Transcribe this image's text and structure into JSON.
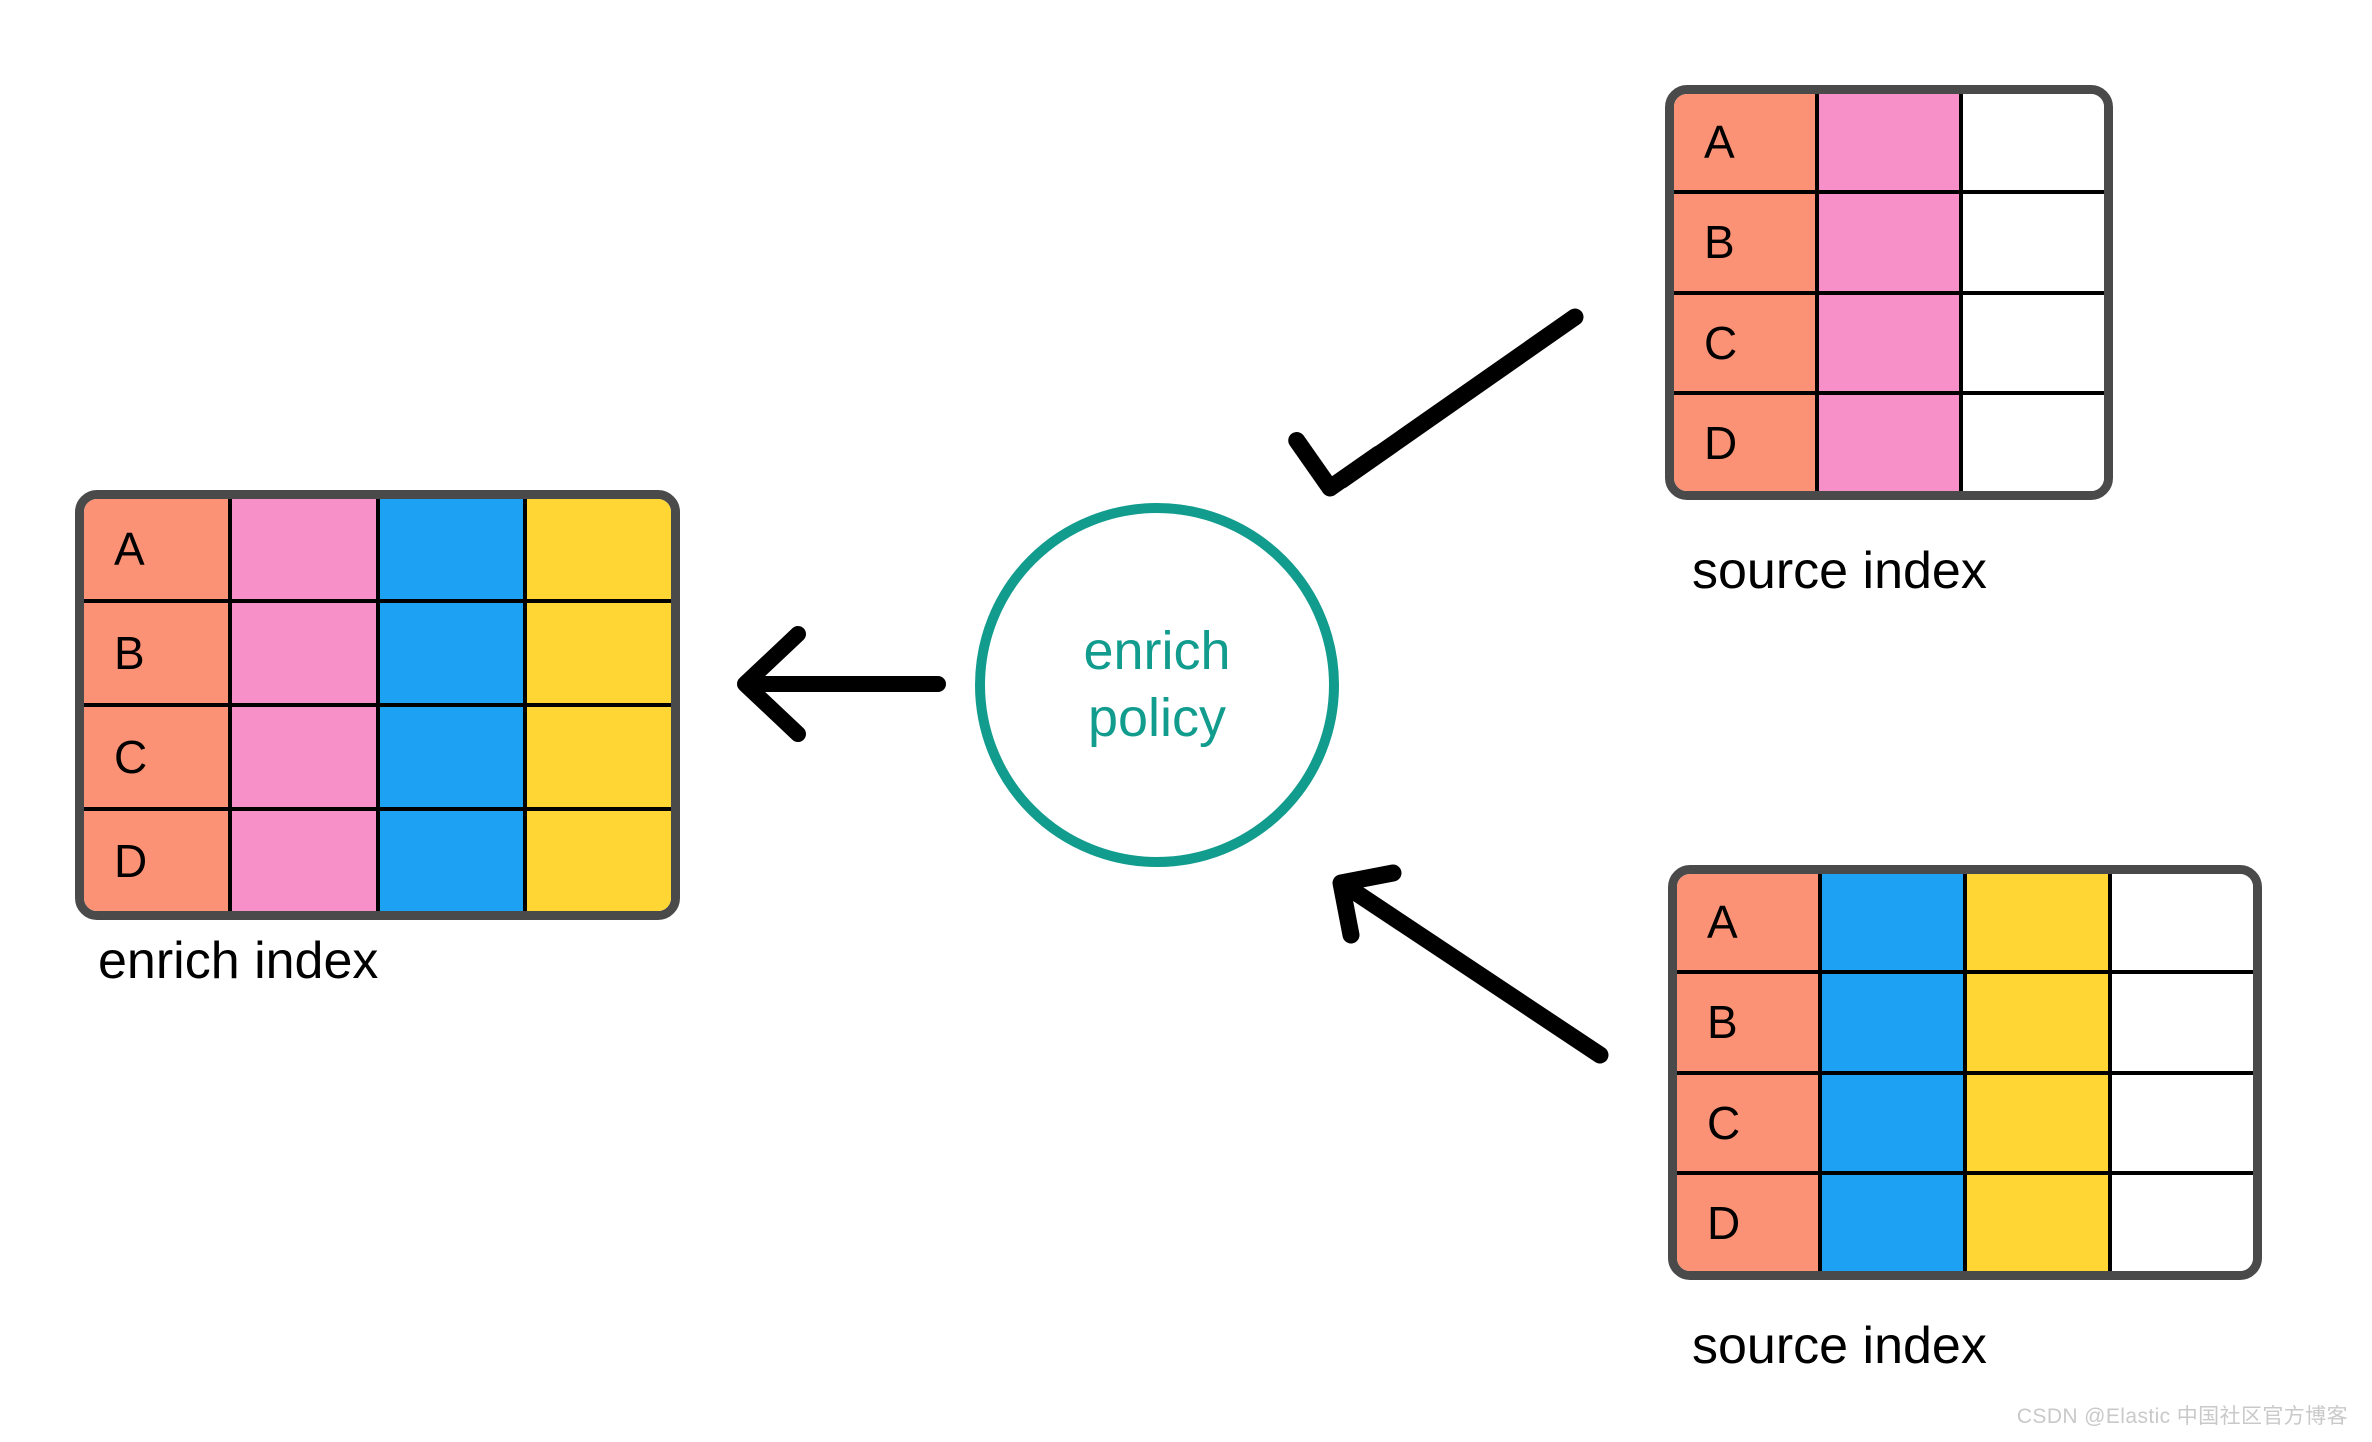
{
  "diagram": {
    "title": "enrich policy diagram",
    "colors": {
      "key_column": "#fb9175",
      "pink_field": "#f78fc8",
      "blue_field": "#1da1f2",
      "yellow_field": "#ffd633",
      "empty_field": "#ffffff",
      "table_border": "#4a4a4a",
      "cell_border": "#000000",
      "policy_accent": "#119c8e",
      "arrow": "#000000",
      "watermark": "#c9c9c9"
    }
  },
  "policy": {
    "line1": "enrich",
    "line2": "policy",
    "name": "enrich policy"
  },
  "enrich_index": {
    "caption": "enrich index",
    "column_colors": [
      "orange",
      "pink",
      "blue",
      "yellow"
    ],
    "rows": [
      {
        "key": "A",
        "cells": [
          "A",
          "",
          "",
          ""
        ]
      },
      {
        "key": "B",
        "cells": [
          "B",
          "",
          "",
          ""
        ]
      },
      {
        "key": "C",
        "cells": [
          "C",
          "",
          "",
          ""
        ]
      },
      {
        "key": "D",
        "cells": [
          "D",
          "",
          "",
          ""
        ]
      }
    ]
  },
  "source_index_top": {
    "caption": "source index",
    "column_colors": [
      "orange",
      "pink",
      "white"
    ],
    "rows": [
      {
        "key": "A",
        "cells": [
          "A",
          "",
          ""
        ]
      },
      {
        "key": "B",
        "cells": [
          "B",
          "",
          ""
        ]
      },
      {
        "key": "C",
        "cells": [
          "C",
          "",
          ""
        ]
      },
      {
        "key": "D",
        "cells": [
          "D",
          "",
          ""
        ]
      }
    ]
  },
  "source_index_bottom": {
    "caption": "source index",
    "column_colors": [
      "orange",
      "blue",
      "yellow",
      "white"
    ],
    "rows": [
      {
        "key": "A",
        "cells": [
          "A",
          "",
          "",
          ""
        ]
      },
      {
        "key": "B",
        "cells": [
          "B",
          "",
          "",
          ""
        ]
      },
      {
        "key": "C",
        "cells": [
          "C",
          "",
          "",
          ""
        ]
      },
      {
        "key": "D",
        "cells": [
          "D",
          "",
          "",
          ""
        ]
      }
    ]
  },
  "arrows": [
    {
      "name": "arrow-top-source-to-policy",
      "direction": "down-left"
    },
    {
      "name": "arrow-policy-to-enrich-index",
      "direction": "left"
    },
    {
      "name": "arrow-bottom-source-to-policy",
      "direction": "up-left"
    }
  ],
  "watermark": {
    "text": "CSDN @Elastic 中国社区官方博客"
  }
}
